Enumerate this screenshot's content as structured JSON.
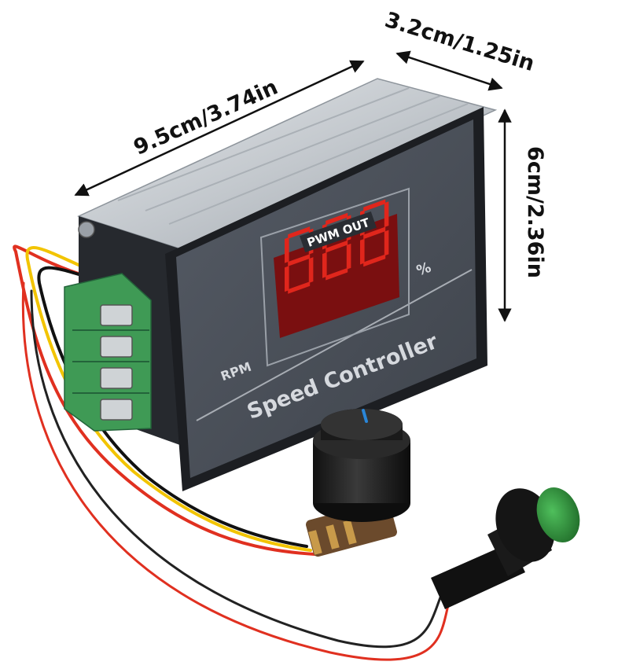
{
  "dimensions": {
    "length": "9.5cm/3.74in",
    "depth": "3.2cm/1.25in",
    "height": "6cm/2.36in"
  },
  "panel": {
    "display_label": "PWM OUT",
    "display_digits": "888",
    "unit": "%",
    "rpm_label": "RPM",
    "title": "Speed Controller"
  },
  "colors": {
    "panel": "#4a4f58",
    "frame": "#1c1e22",
    "led": "#e0261c",
    "led_bg": "#7a0f10",
    "terminal": "#3f9a55",
    "button_cap": "#2f8a3a",
    "knob_marker": "#2a86d8",
    "heatsink": "#c9cdd2"
  },
  "icons": [
    "potentiometer-knob-icon",
    "push-button-icon",
    "terminal-block-icon"
  ]
}
